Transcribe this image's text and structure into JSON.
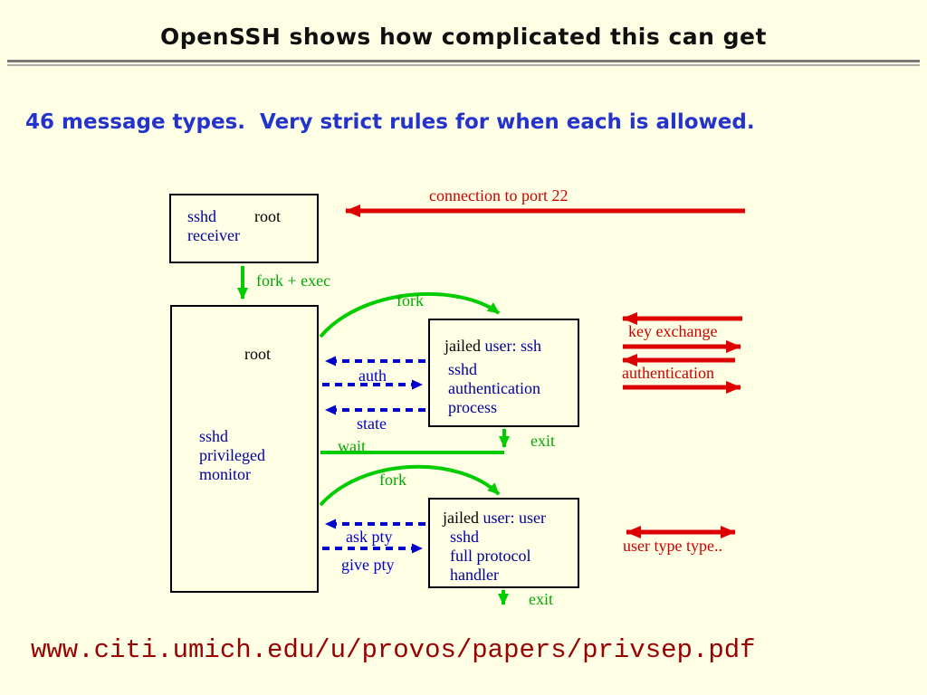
{
  "page": {
    "title": "OpenSSH shows how complicated this can get",
    "subtitle": "46 message types.  Very strict rules for when each is allowed.",
    "url": "www.citi.umich.edu/u/provos/papers/privsep.pdf"
  },
  "colors": {
    "background": "#FFFFE6",
    "subtitle_blue": "#2433CC",
    "box_text_navy": "#000099",
    "arrow_red": "#DD0000",
    "arrow_green": "#00CC00",
    "arrow_blue": "#0000CC",
    "url_maroon": "#990000"
  },
  "diagram": {
    "boxes": {
      "receiver": {
        "word1": "sshd",
        "word2": "root",
        "line2": "receiver"
      },
      "monitor": {
        "role": "root",
        "line1": "sshd",
        "line2": "privileged",
        "line3": "monitor"
      },
      "auth_process": {
        "jailed": "jailed",
        "user": "user: ssh",
        "line1": "sshd",
        "line2": "authentication",
        "line3": "process"
      },
      "protocol_handler": {
        "jailed": "jailed",
        "user": "user: user",
        "line1": "sshd",
        "line2": "full protocol",
        "line3": "handler"
      }
    },
    "labels": {
      "connection": "connection to port 22",
      "fork_exec": "fork + exec",
      "fork1": "fork",
      "auth": "auth",
      "state": "state",
      "wait": "wait",
      "exit1": "exit",
      "fork2": "fork",
      "ask_pty": "ask pty",
      "give_pty": "give pty",
      "exit2": "exit",
      "key_exchange": "key exchange",
      "authentication": "authentication",
      "user_type": "user type type.."
    }
  }
}
